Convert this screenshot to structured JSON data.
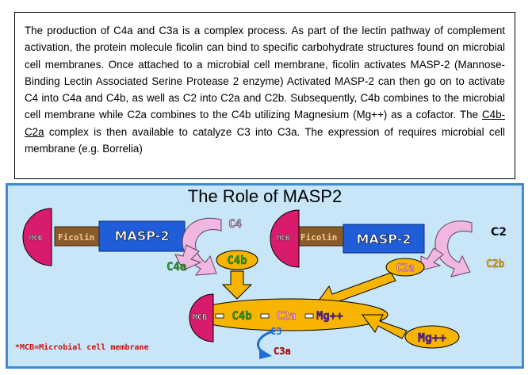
{
  "text": {
    "p1": "The production of C4a and C3a is a complex process. As part of the lectin pathway of complement activation, the protein molecule ficolin can bind to specific carbohydrate structures found on microbial cell membranes. Once attached to a microbial cell membrane, ficolin activates MASP-2 (Mannose-Binding Lectin Associated Serine Protease 2 enzyme) Activated MASP-2 can then go on to activate C4 into C4a and C4b, as well as C2 into C2a and C2b.  Subsequently, C4b combines to the microbial cell membrane while C2a combines to the C4b utilizing Magnesium (Mg++) as a cofactor. The ",
    "underlined": "C4b-C2a",
    "p2": " complex is then available to catalyze C3 into C3a.  The expression of requires microbial cell membrane (e.g. Borrelia)"
  },
  "diagram": {
    "title": "The Role of MASP2",
    "left_group": {
      "mcb": "MCB",
      "ficolin": "Ficolin",
      "masp2": "MASP-2",
      "c4": "C4",
      "c4a": "C4a",
      "c4b": "C4b"
    },
    "right_group": {
      "mcb": "MCB",
      "ficolin": "Ficolin",
      "masp2": "MASP-2",
      "c2": "C2",
      "c2b": "C2b",
      "c2a": "C2a"
    },
    "complex": {
      "mcb": "MCB",
      "c4b": "C4b",
      "c2a": "C2a",
      "mg": "Mg++",
      "c3": "C3",
      "c3a": "C3a"
    },
    "mg_source": "Mg++",
    "footnote": "*MCB=Microbial cell membrane",
    "colors": {
      "background": "#c8e6f8",
      "frame": "#3c8ccf",
      "mcb": "#d81b6b",
      "ficolin": "#8b5a2b",
      "masp2": "#1f5ed8",
      "c4_pink": "#f0b8e0",
      "orange": "#f7b400",
      "c4a_green": "#2ea02e",
      "purple": "#5a1fa0",
      "red": "#d01010",
      "c3_arrow": "#1f6fd0"
    }
  }
}
